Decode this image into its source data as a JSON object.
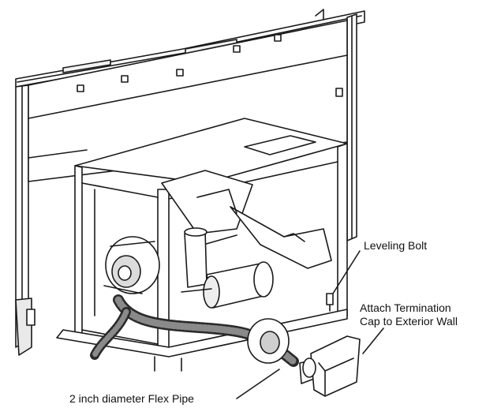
{
  "callouts": {
    "leveling_bolt": "Leveling Bolt",
    "attach_line1": "Attach Termination",
    "attach_line2": "Cap to Exterior Wall",
    "flex_pipe": "2 inch diameter Flex Pipe"
  }
}
